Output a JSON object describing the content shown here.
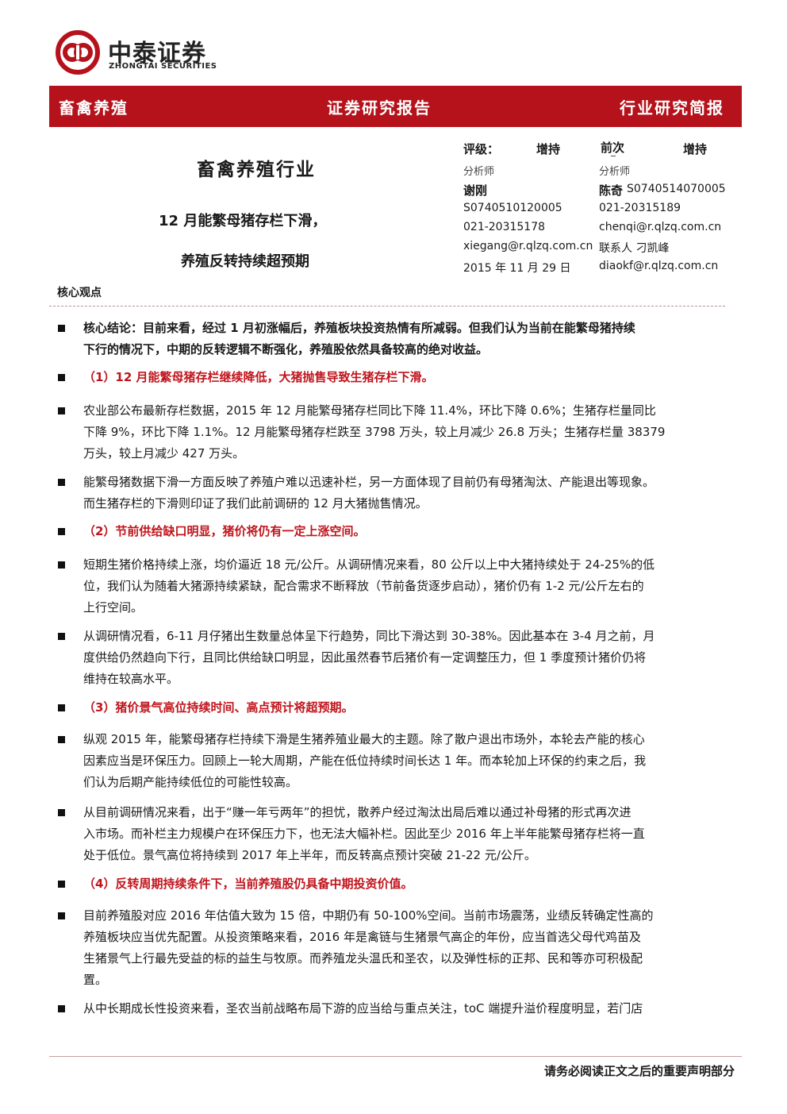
{
  "logo": {
    "name_cn": "中泰证券",
    "name_en": "ZHONGTAI SECURITIES",
    "brand_color": "#b5121b"
  },
  "banner": {
    "sector": "畜禽养殖",
    "report_type": "证券研究报告",
    "category": "行业研究简报",
    "color": "#b5121b"
  },
  "report": {
    "industry": "畜禽养殖行业",
    "title_line1": "12 月能繁母猪存栏下滑，",
    "title_line2": "养殖反转持续超预期"
  },
  "info": {
    "rating_label": "评级：",
    "rating_current": "增持",
    "previous_label": "前次",
    "rating_previous": "增持",
    "analyst1": {
      "role": "分析师",
      "name": "谢刚",
      "license": "S0740510120005",
      "phone": "021-20315178",
      "email": "xiegang@r.qlzq.com.cn"
    },
    "date": "2015 年 11 月 29 日",
    "analyst2": {
      "role": "分析师",
      "name": "陈奇",
      "license": "S0740514070005",
      "phone": "021-20315189",
      "email": "chenqi@r.qlzq.com.cn"
    },
    "contact": "联系人 刁凯峰",
    "contact_email": "diaokf@r.qlzq.com.cn"
  },
  "core": {
    "label": "核心观点",
    "paragraphs": [
      {
        "style": "bold",
        "lines": [
          "核心结论：目前来看，经过 1 月初涨幅后，养殖板块投资热情有所减弱。但我们认为当前在能繁母猪持续",
          "下行的情况下，中期的反转逻辑不断强化，养殖股依然具备较高的绝对收益。"
        ]
      },
      {
        "style": "red",
        "lines": [
          "（1）12 月能繁母猪存栏继续降低，大猪抛售导致生猪存栏下滑。"
        ]
      },
      {
        "style": "normal",
        "lines": [
          "农业部公布最新存栏数据，2015 年 12 月能繁母猪存栏同比下降 11.4%，环比下降 0.6%；生猪存栏量同比",
          "下降 9%，环比下降 1.1%。12 月能繁母猪存栏跌至 3798 万头，较上月减少 26.8 万头；生猪存栏量 38379",
          "万头，较上月减少 427 万头。"
        ]
      },
      {
        "style": "normal",
        "lines": [
          "能繁母猪数据下滑一方面反映了养殖户难以迅速补栏，另一方面体现了目前仍有母猪淘汰、产能退出等现象。",
          "而生猪存栏的下滑则印证了我们此前调研的 12 月大猪抛售情况。"
        ]
      },
      {
        "style": "red",
        "lines": [
          "（2）节前供给缺口明显，猪价将仍有一定上涨空间。"
        ]
      },
      {
        "style": "normal",
        "lines": [
          "短期生猪价格持续上涨，均价逼近 18 元/公斤。从调研情况来看，80 公斤以上中大猪持续处于 24-25%的低",
          "位，我们认为随着大猪源持续紧缺，配合需求不断释放（节前备货逐步启动），猪价仍有 1-2 元/公斤左右的",
          "上行空间。"
        ]
      },
      {
        "style": "normal",
        "lines": [
          "从调研情况看，6-11 月仔猪出生数量总体呈下行趋势，同比下滑达到 30-38%。因此基本在 3-4 月之前，月",
          "度供给仍然趋向下行，且同比供给缺口明显，因此虽然春节后猪价有一定调整压力，但 1 季度预计猪价仍将",
          "维持在较高水平。"
        ]
      },
      {
        "style": "red",
        "lines": [
          "（3）猪价景气高位持续时间、高点预计将超预期。"
        ]
      },
      {
        "style": "normal",
        "lines": [
          "纵观 2015 年，能繁母猪存栏持续下滑是生猪养殖业最大的主题。除了散户退出市场外，本轮去产能的核心",
          "因素应当是环保压力。回顾上一轮大周期，产能在低位持续时间长达 1 年。而本轮加上环保的约束之后，我",
          "们认为后期产能持续低位的可能性较高。"
        ]
      },
      {
        "style": "normal",
        "lines": [
          "从目前调研情况来看，出于“赚一年亏两年”的担忧，散养户经过淘汰出局后难以通过补母猪的形式再次进",
          "入市场。而补栏主力规模户在环保压力下，也无法大幅补栏。因此至少 2016 年上半年能繁母猪存栏将一直",
          "处于低位。景气高位将持续到 2017 年上半年，而反转高点预计突破 21-22 元/公斤。"
        ]
      },
      {
        "style": "red",
        "lines": [
          "（4）反转周期持续条件下，当前养殖股仍具备中期投资价值。"
        ]
      },
      {
        "style": "normal",
        "lines": [
          "目前养殖股对应 2016 年估值大致为 15 倍，中期仍有 50-100%空间。当前市场震荡，业绩反转确定性高的",
          "养殖板块应当优先配置。从投资策略来看，2016 年是禽链与生猪景气高企的年份，应当首选父母代鸡苗及",
          "生猪景气上行最先受益的标的益生与牧原。而养殖龙头温氏和圣农，以及弹性标的正邦、民和等亦可积极配",
          "置。"
        ]
      },
      {
        "style": "normal",
        "lines": [
          "从中长期成长性投资来看，圣农当前战略布局下游的应当给与重点关注，toC 端提升溢价程度明显，若门店"
        ]
      }
    ]
  },
  "footer": {
    "disclaimer": "请务必阅读正文之后的重要声明部分"
  }
}
